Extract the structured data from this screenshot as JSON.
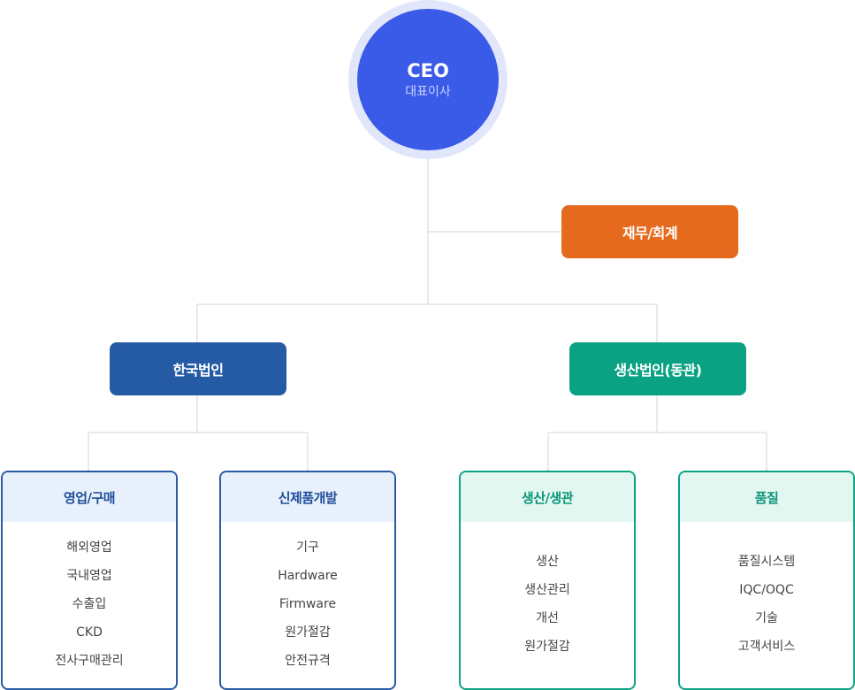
{
  "ceo": {
    "title": "CEO",
    "subtitle": "대표이사"
  },
  "finance": {
    "label": "재무/회계",
    "color": "#e56a1d"
  },
  "korea": {
    "label": "한국법인",
    "color": "#245ba4",
    "departments": [
      {
        "name": "영업/구매",
        "items": [
          "해외영업",
          "국내영업",
          "수출입",
          "CKD",
          "전사구매관리"
        ]
      },
      {
        "name": "신제품개발",
        "items": [
          "기구",
          "Hardware",
          "Firmware",
          "원가절감",
          "안전규격"
        ]
      }
    ]
  },
  "production": {
    "label": "생산법인(동관)",
    "color": "#0ba283",
    "departments": [
      {
        "name": "생산/생관",
        "items": [
          "생산",
          "생산관리",
          "개선",
          "원가절감"
        ]
      },
      {
        "name": "품질",
        "items": [
          "품질시스템",
          "IQC/OQC",
          "기술",
          "고객서비스"
        ]
      }
    ]
  },
  "line_color": "#d4d4d4"
}
